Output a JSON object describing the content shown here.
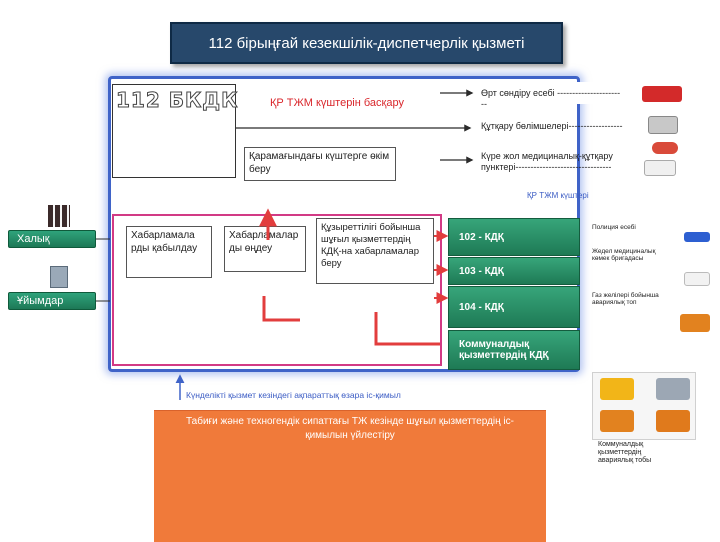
{
  "title": "112 бірыңғай кезекшілік-диспетчерлік қызметі",
  "logo": "112 БКДК",
  "management": "ҚР ТЖМ күштерін басқару",
  "command": "Қарамағындағы күштерге өкім беру",
  "fire": "Өрт сөндіру есебі -----------------------",
  "rescue": "Құтқару бөлімшелері------------------",
  "rail_medical": "Күре жол медициналық-құтқару пунктері--------------------------------",
  "forces_caption": "ҚР ТЖМ күштері",
  "population": "Халық",
  "organizations": "Ұйымдар",
  "receive_msgs": "Хабарламала рды қабылдау",
  "process_msgs": "Хабарламалар ды өңдеу",
  "dispatch_msgs": "Құзыреттілігі бойынша шұғыл қызметтердің КДҚ-на хабарламалар беру",
  "police_kdk": "102 - КДҚ",
  "ambulance_kdk": "103 - КДҚ",
  "gas_kdk": "104 - КДҚ",
  "utility_kdk": "Коммуналдық қызметтердің КДҚ",
  "police_unit": "Полиция есебі",
  "ambulance_unit": "Жедел медициналық көмек бригадасы",
  "gas_unit": "Газ желілері бойынша авариялық топ",
  "daily_caption": "Күнделікті қызмет кезіндегі ақпараттық өзара іс-қимыл",
  "emergency_caption": "Табиғи және техногендік сипаттағы ТЖ кезінде шұғыл қызметтердің іс-қимылын үйлестіру",
  "utility_unit": "Коммуналдық қызметтердің авариялық тобы",
  "colors": {
    "title_bg": "#27486b",
    "green": "#2b8f68",
    "orange": "#f07a3a",
    "red": "#e23d3d",
    "blue": "#3f63c8"
  }
}
